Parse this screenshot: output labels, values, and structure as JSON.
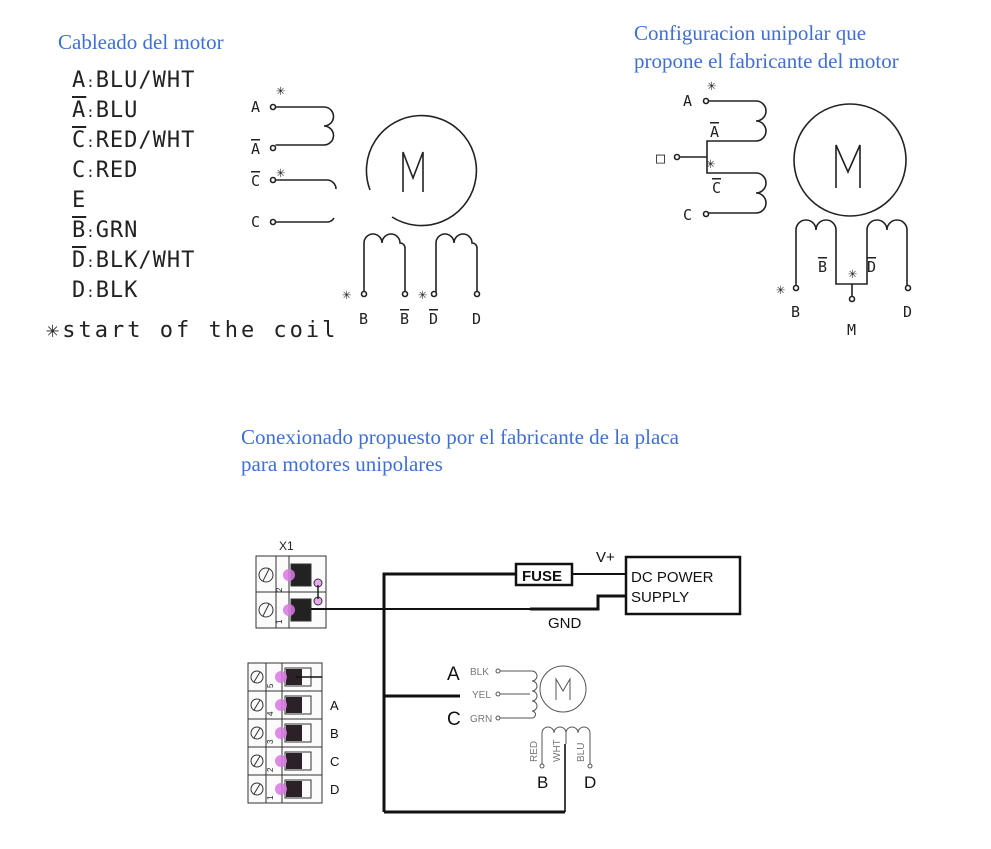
{
  "titles": {
    "wiring": "Cableado del motor",
    "unipolar_line1": "Configuracion unipolar que",
    "unipolar_line2": "propone el fabricante del motor",
    "board_line1": "Conexionado propuesto por el fabricante de la placa",
    "board_line2": "para motores unipolares"
  },
  "wiring_legend": [
    {
      "terminal": "A",
      "overline": false,
      "sep": ":",
      "color": "BLU/WHT"
    },
    {
      "terminal": "A",
      "overline": true,
      "sep": ":",
      "color": "BLU"
    },
    {
      "terminal": "C",
      "overline": true,
      "sep": ":",
      "color": "RED/WHT"
    },
    {
      "terminal": "C",
      "overline": false,
      "sep": ":",
      "color": "RED"
    },
    {
      "terminal": "E",
      "overline": false,
      "sep": "",
      "color": ""
    },
    {
      "terminal": "B",
      "overline": true,
      "sep": ":",
      "color": "GRN"
    },
    {
      "terminal": "D",
      "overline": true,
      "sep": ":",
      "color": "BLK/WHT"
    },
    {
      "terminal": "D",
      "overline": false,
      "sep": ":",
      "color": "BLK"
    }
  ],
  "footnote": {
    "symbol": "✳",
    "text": "start of the coil"
  },
  "motor_symbol": "M",
  "star": "✳",
  "diagram1": {
    "left_pins": [
      "A",
      "A",
      "C",
      "C"
    ],
    "bottom_pins": [
      "B",
      "B",
      "D",
      "D"
    ]
  },
  "diagram2": {
    "left_pins": [
      "A",
      "□",
      "C"
    ],
    "inner_labels": [
      "A",
      "C",
      "B",
      "D"
    ],
    "bottom_pins": [
      "B",
      "M",
      "D"
    ]
  },
  "board": {
    "connector_label": "X1",
    "power_pins": [
      "2",
      "1"
    ],
    "motor_pins": [
      "5",
      "4",
      "3",
      "2",
      "1"
    ],
    "phase_labels": [
      "A",
      "B",
      "C",
      "D"
    ],
    "fuse_label": "FUSE",
    "vplus_label": "V+",
    "gnd_label": "GND",
    "psu_line1": "DC POWER",
    "psu_line2": "SUPPLY",
    "motor": {
      "symbol": "M",
      "left_terms": [
        "A",
        "",
        "C"
      ],
      "left_wires": [
        "BLK",
        "YEL",
        "GRN"
      ],
      "bottom_wires": [
        "RED",
        "WHT",
        "BLU"
      ],
      "bottom_terms": [
        "B",
        "D"
      ]
    }
  },
  "colors": {
    "title_blue": "#3f6fd6",
    "ink": "#222222",
    "terminal_pink": "#d877e0"
  }
}
